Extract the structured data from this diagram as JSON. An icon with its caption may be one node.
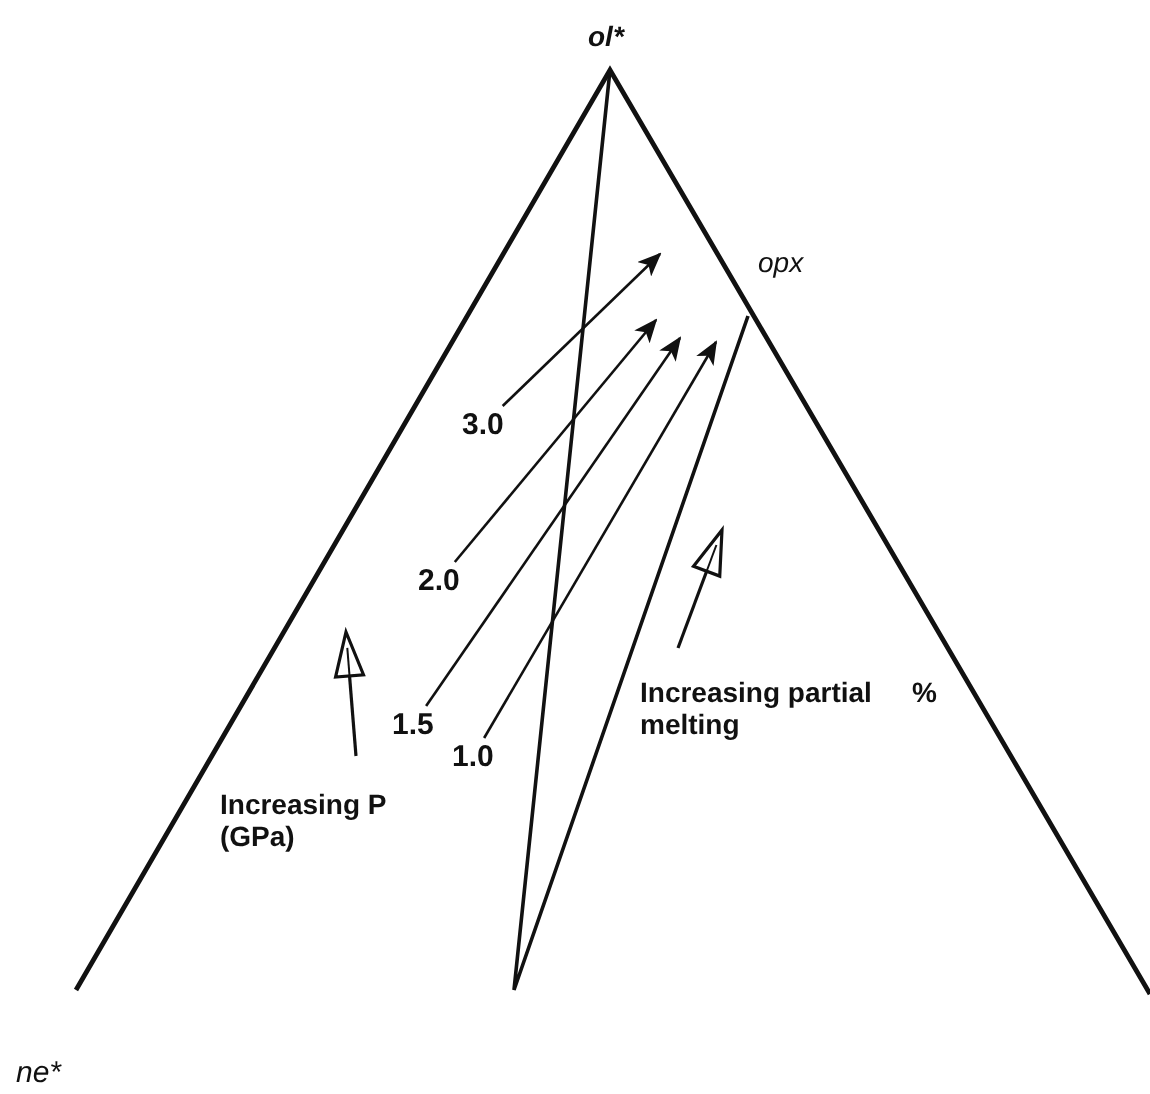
{
  "diagram": {
    "nodes": [
      {
        "text": [
          "3.0"
        ]
      },
      {
        "text": [
          "2.0"
        ]
      },
      {
        "text": [
          "1.5"
        ]
      },
      {
        "text": [
          "1.0"
        ]
      }
    ],
    "edges": [
      {
        "from": 0,
        "to": null,
        "arrow": "to"
      },
      {
        "from": 1,
        "to": null,
        "arrow": "to"
      },
      {
        "from": 2,
        "to": null,
        "arrow": "to"
      },
      {
        "from": 3,
        "to": null,
        "arrow": "to"
      }
    ],
    "labels": [
      "ol*",
      "opx",
      "Increasing partial melting",
      "%",
      "Increasing P (GPa)",
      "ne*"
    ]
  }
}
